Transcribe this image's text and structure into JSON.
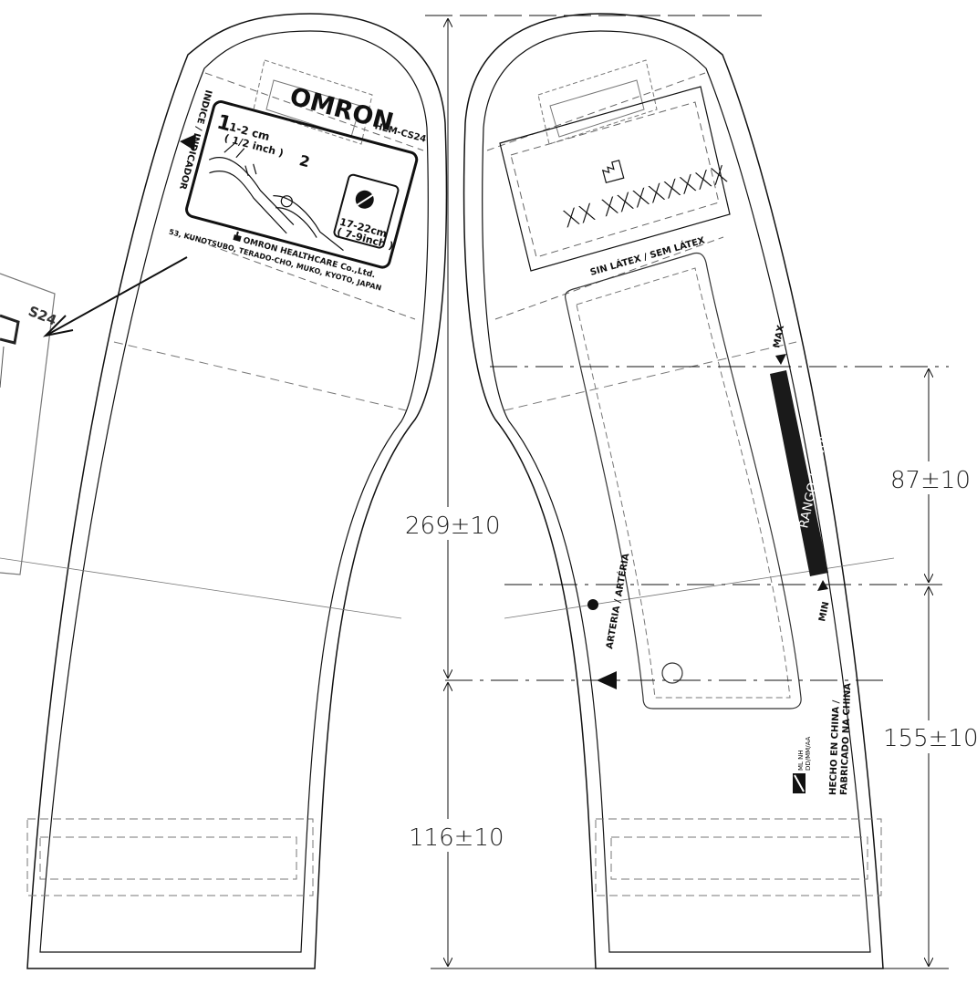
{
  "colors": {
    "ink": "#111111",
    "background": "#ffffff",
    "line_gray": "#333333"
  },
  "left_cuff": {
    "brand": "OMRON",
    "model": "HEM-CS24",
    "index_label": "INDICE / INDICADOR",
    "step1_number": "1",
    "step1_range": "1-2 cm",
    "step1_inch": "( 1/2 inch )",
    "step2_number": "2",
    "arm_range": "17-22cm",
    "arm_range_inch": "( 7-9inch )",
    "manufacturer": "OMRON HEALTHCARE Co.,Ltd.",
    "address": "53, KUNOTSUBO, TERADO-CHO, MUKO, KYOTO, JAPAN",
    "manufacturer_icon": "factory-icon",
    "detail_fragment": "S24"
  },
  "right_cuff": {
    "date_icon": "manufacture-date-icon",
    "date_code": "XX XXXXXXXX",
    "latex_note": "SIN LÁTEX / SEM LÁTEX",
    "range_label": "RANGO / FAIXA",
    "max_label": "MAX",
    "min_label": "MIN",
    "artery_label": "ARTERIA / ARTÉRIA",
    "made_in": "HECHO EN CHINA /",
    "made_in_2": "FABRICADO NA CHINA",
    "date_format_1": "ML NH",
    "date_format_2": "DD/MM/AA"
  },
  "dimensions": {
    "overall": "269±10",
    "lower": "116±10",
    "range_span": "87±10",
    "right_lower": "155±10"
  }
}
